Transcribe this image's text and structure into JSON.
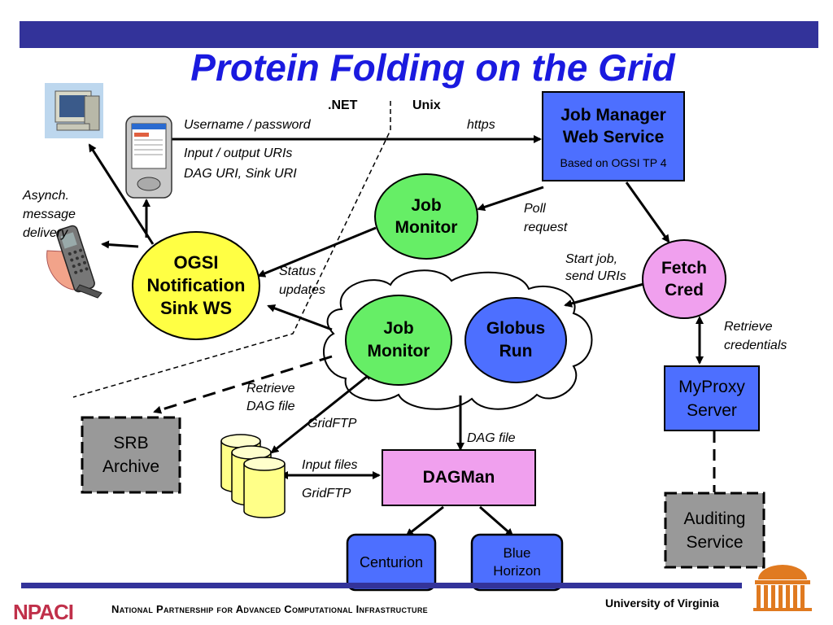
{
  "title": "Protein Folding on the Grid",
  "regions": {
    "net": ".NET",
    "unix": "Unix"
  },
  "nodes": {
    "job_manager": {
      "line1": "Job Manager",
      "line2": "Web Service",
      "sub": "Based on OGSI TP 4"
    },
    "job_monitor_top": {
      "line1": "Job",
      "line2": "Monitor"
    },
    "ogsi_sink": {
      "line1": "OGSI",
      "line2": "Notification",
      "line3": "Sink WS"
    },
    "fetch_cred": {
      "line1": "Fetch",
      "line2": "Cred"
    },
    "job_monitor_cloud": {
      "line1": "Job",
      "line2": "Monitor"
    },
    "globus_run": {
      "line1": "Globus",
      "line2": "Run"
    },
    "myproxy": {
      "line1": "MyProxy",
      "line2": "Server"
    },
    "srb": {
      "line1": "SRB",
      "line2": "Archive"
    },
    "dagman": {
      "label": "DAGMan"
    },
    "auditing": {
      "line1": "Auditing",
      "line2": "Service"
    },
    "centurion": {
      "label": "Centurion"
    },
    "blue_horizon": {
      "line1": "Blue",
      "line2": "Horizon"
    }
  },
  "labels": {
    "username_password": "Username / password",
    "https": "https",
    "input_output_uris": "Input / output URIs",
    "dag_sink_uri": "DAG URI, Sink URI",
    "asynch_1": "Asynch.",
    "asynch_2": "message",
    "asynch_3": "delivery",
    "poll_1": "Poll",
    "poll_2": "request",
    "start_job_1": "Start job,",
    "start_job_2": "send URIs",
    "status_1": "Status",
    "status_2": "updates",
    "retrieve_cred_1": "Retrieve",
    "retrieve_cred_2": "credentials",
    "retrieve_dag_1": "Retrieve",
    "retrieve_dag_2": "DAG file",
    "gridftp_1": "GridFTP",
    "dag_file": "DAG file",
    "input_files": "Input files",
    "gridftp_2": "GridFTP"
  },
  "footer": {
    "logo": "NPACI",
    "org": "National Partnership for Advanced Computational Infrastructure",
    "university": "University of Virginia"
  },
  "colors": {
    "banner": "#33339a",
    "title": "#1a1adf",
    "job_manager": "#4d6fff",
    "job_monitor": "#66ee66",
    "ogsi_sink": "#ffff44",
    "fetch_cred": "#f0a0ee",
    "globus": "#4d6fff",
    "myproxy": "#4d6fff",
    "archive": "#999999",
    "dagman": "#f0a0ee",
    "cluster": "#4d6fff"
  },
  "icons": [
    "desktop-computer-icon",
    "pda-icon",
    "cell-phone-icon",
    "storage-cylinders-icon",
    "university-rotunda-icon"
  ]
}
